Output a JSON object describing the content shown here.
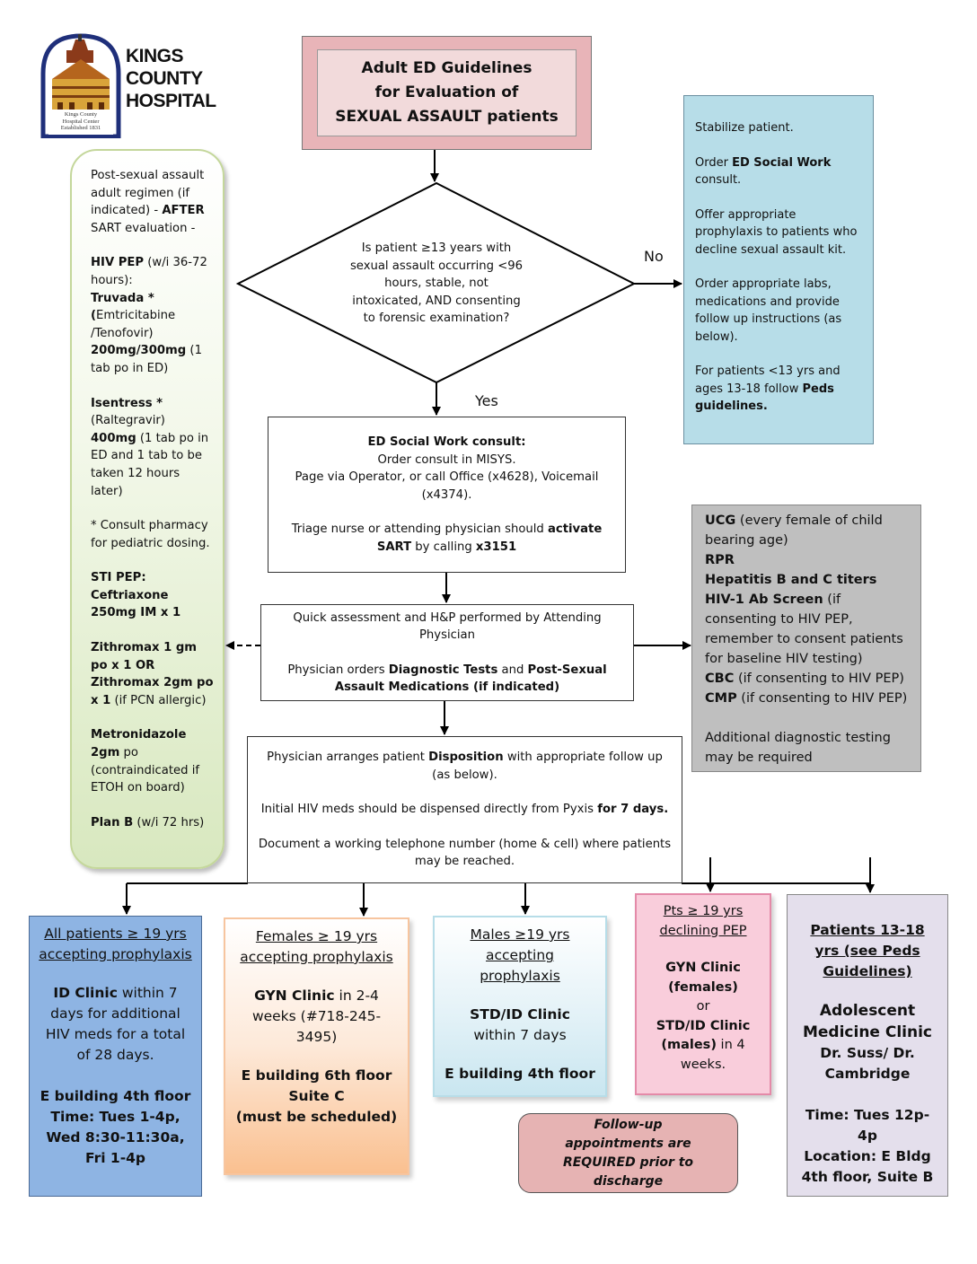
{
  "logo": {
    "lines": [
      "KINGS",
      "COUNTY",
      "HOSPITAL"
    ],
    "seal_text": [
      "Kings County",
      "Hospital Center",
      "Established 1831"
    ]
  },
  "title": {
    "line1": "Adult  ED Guidelines",
    "line2": "for Evaluation of",
    "line3": "SEXUAL ASSAULT patients"
  },
  "decision": {
    "question": "Is patient ≥13 years with sexual assault occurring <96 hours, stable, not intoxicated, AND consenting to forensic examination?",
    "no_label": "No",
    "yes_label": "Yes"
  },
  "no_box": {
    "p1": "Stabilize patient.",
    "p2a": "Order ",
    "p2b": "ED Social Work",
    "p2c": " consult.",
    "p3": "Offer appropriate prophylaxis to patients who decline sexual assault kit.",
    "p4": "Order appropriate labs, medications and provide follow up instructions (as below).",
    "p5a": "For patients  <13 yrs  and ages 13-18 follow ",
    "p5b": "Peds guidelines."
  },
  "social_work": {
    "heading": "ED Social Work consult:",
    "line1": "Order consult in MISYS.",
    "line2": "Page via Operator, or call Office (x4628), Voicemail (x4374).",
    "line3a": "Triage nurse or attending physician should ",
    "line3b": "activate SART",
    "line3c": " by calling ",
    "line3d": "x3151"
  },
  "assessment": {
    "line1": "Quick assessment and H&P performed by Attending Physician",
    "line2a": "Physician orders ",
    "line2b": "Diagnostic Tests",
    "line2c": " and ",
    "line2d": "Post-Sexual Assault Medications (if indicated)"
  },
  "disposition": {
    "line1a": "Physician arranges patient ",
    "line1b": "Disposition",
    "line1c": " with appropriate follow up (as below).",
    "line2a": "Initial HIV meds should be dispensed directly from Pyxis ",
    "line2b": "for 7 days.",
    "line3": "Document a working telephone number (home & cell) where patients may be reached."
  },
  "regimen": {
    "intro_a": "Post-sexual assault adult regimen (if indicated) - ",
    "intro_b": "AFTER",
    "intro_c": " SART evaluation -",
    "hiv_a": "HIV PEP",
    "hiv_b": " (w/i 36-72 hours):",
    "truvada_a": "Truvada *",
    "truvada_b": "(",
    "truvada_c": "Emtricitabine /Tenofovir)",
    "truvada_d": "200mg/300mg",
    "truvada_e": " (1 tab po in ED)",
    "isentress_a": "Isentress *",
    "isentress_b": "(Raltegravir)",
    "isentress_c": "400mg",
    "isentress_d": " (1 tab po in ED and 1 tab to be taken 12 hours later)",
    "consult": "* Consult pharmacy for pediatric dosing.",
    "sti_a": "STI PEP:",
    "sti_b": "Ceftriaxone 250mg IM x 1",
    "zith_a": "Zithromax 1 gm po x 1 OR Zithromax 2gm po x 1",
    "zith_b": " (if PCN allergic)",
    "metro_a": "Metronidazole 2gm",
    "metro_b": " po (contraindicated if ETOH on board)",
    "planb_a": "Plan B",
    "planb_b": " (w/i 72 hrs)"
  },
  "tests": {
    "ucg_a": "UCG",
    "ucg_b": " (every female of child bearing age)",
    "rpr": "RPR",
    "hep": "Hepatitis B and C titers",
    "hiv_a": "HIV-1 Ab Screen",
    "hiv_b": " (if consenting to HIV PEP, remember to consent patients for baseline HIV testing)",
    "cbc_a": "CBC",
    "cbc_b": " (if consenting to HIV PEP)",
    "cmp_a": "CMP",
    "cmp_b": " (if consenting to HIV PEP)",
    "additional": "Additional diagnostic testing may be required"
  },
  "followups": [
    {
      "header": "All patients ≥ 19 yrs accepting prophylaxis",
      "clinic": "ID Clinic",
      "detail": " within 7 days for additional  HIV meds for a total of 28 days.",
      "location": "E building 4th floor",
      "time": "Time: Tues 1-4p, Wed 8:30-11:30a, Fri 1-4p"
    },
    {
      "header": "Females ≥ 19 yrs accepting prophylaxis",
      "clinic": "GYN Clinic",
      "detail": " in 2-4 weeks (#718-245-3495)",
      "location": "E building 6th floor Suite C",
      "note": "(must be scheduled)"
    },
    {
      "header": "Males  ≥19 yrs accepting prophylaxis",
      "clinic": "STD/ID Clinic",
      "detail": "within 7 days",
      "location": "E building 4th floor"
    },
    {
      "header": "Pts ≥ 19 yrs declining PEP",
      "gyn": "GYN Clinic (females)",
      "or": "or",
      "std": "STD/ID Clinic (males)",
      "detail": " in 4 weeks."
    },
    {
      "header": "Patients 13-18 yrs (see Peds Guidelines)",
      "clinic": "Adolescent Medicine Clinic",
      "doctors": "Dr. Suss/ Dr. Cambridge",
      "time": "Time: Tues 12p-4p",
      "location": "Location: E Bldg 4th floor, Suite B"
    }
  ],
  "reminder": "Follow-up appointments are REQUIRED prior to discharge",
  "colors": {
    "title": "#f2dadb",
    "regimen": "#d8e8bf",
    "no_box": "#b7dde8",
    "tests": "#bfbfbf",
    "id_clinic": "#8eb4e3",
    "gyn": "#fac090",
    "std": "#c9e6f0",
    "declining": "#f9cddb",
    "peds": "#e4dfec",
    "reminder": "#e6b3b3"
  }
}
